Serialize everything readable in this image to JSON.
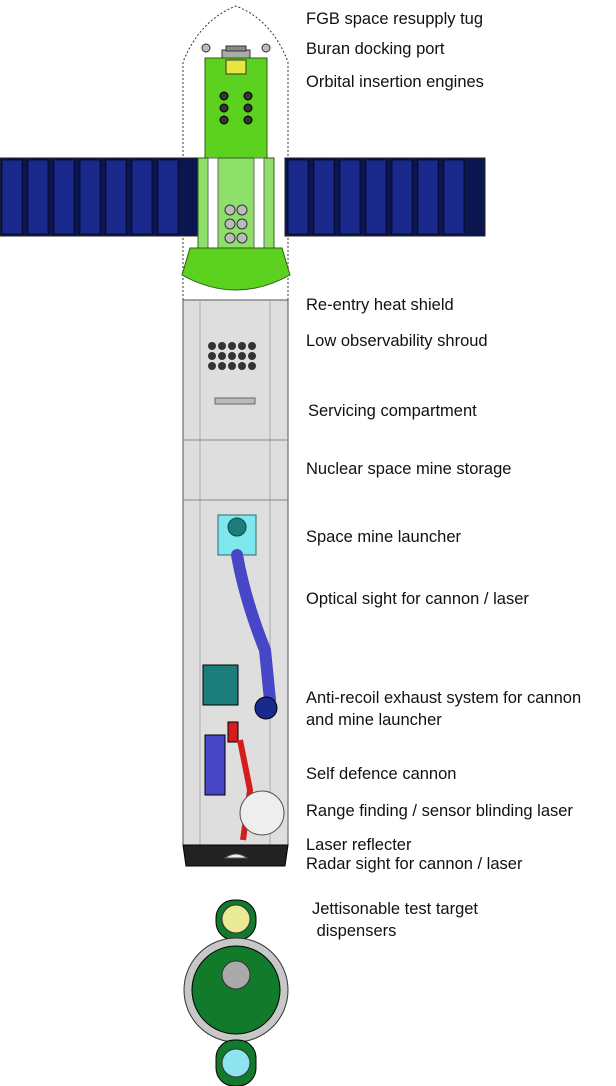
{
  "colors": {
    "green": "#5cd11f",
    "green_dark": "#2f8a14",
    "panel_blue": "#1a2a8c",
    "panel_dark": "#0a1240",
    "shroud_grey": "#dedede",
    "teal": "#1c7e7a",
    "cyan": "#7fe7ee",
    "red": "#d51d1d",
    "dark_green": "#127a2b"
  },
  "labels": {
    "fgb_tug": "FGB space resupply tug",
    "buran_port": "Buran docking port",
    "orbital_engines": "Orbital insertion engines",
    "heat_shield": "Re-entry heat shield",
    "shroud": "Low observability shroud",
    "servicing": "Servicing compartment",
    "mine_storage": "Nuclear space mine storage",
    "mine_launcher": "Space mine launcher",
    "optical_sight": "Optical sight for cannon / laser",
    "anti_recoil_1": "Anti-recoil exhaust system for cannon",
    "anti_recoil_2": "and mine launcher",
    "cannon": "Self defence cannon",
    "laser": "Range finding / sensor blinding laser",
    "reflecter": "Laser reflecter",
    "radar": "Radar sight for cannon / laser",
    "target_1": "Jettisonable test target",
    "target_2": " dispensers"
  }
}
